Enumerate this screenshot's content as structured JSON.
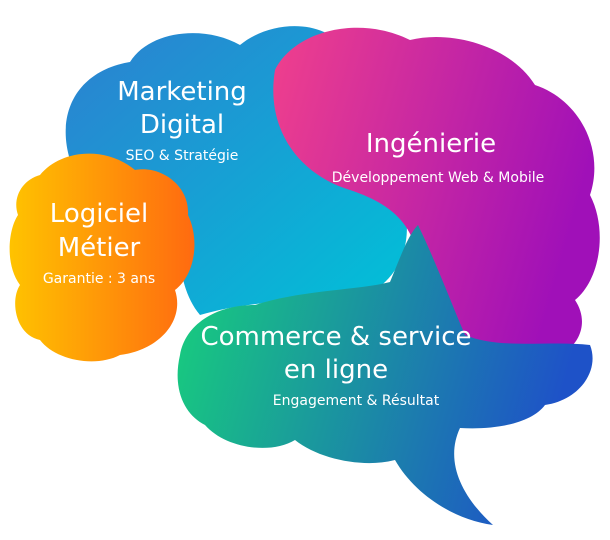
{
  "regions": {
    "marketing": {
      "title_line1": "Marketing",
      "title_line2": "Digital",
      "subtitle": "SEO & Stratégie"
    },
    "engineering": {
      "title": "Ingénierie",
      "subtitle": "Développement Web & Mobile"
    },
    "software": {
      "title_line1": "Logiciel",
      "title_line2": "Métier",
      "subtitle": "Garantie : 3 ans"
    },
    "commerce": {
      "title_line1": "Commerce & service",
      "title_line2": "en ligne",
      "subtitle": "Engagement & Résultat"
    }
  },
  "colors": {
    "marketing_top": "#2d7fd0",
    "marketing_bottom": "#00c2d8",
    "engineering_left": "#f0408c",
    "engineering_right": "#a010b8",
    "software_left": "#ffc300",
    "software_right": "#ff6a10",
    "commerce_left": "#17d27a",
    "commerce_right": "#1e52c8",
    "text": "#ffffff"
  }
}
